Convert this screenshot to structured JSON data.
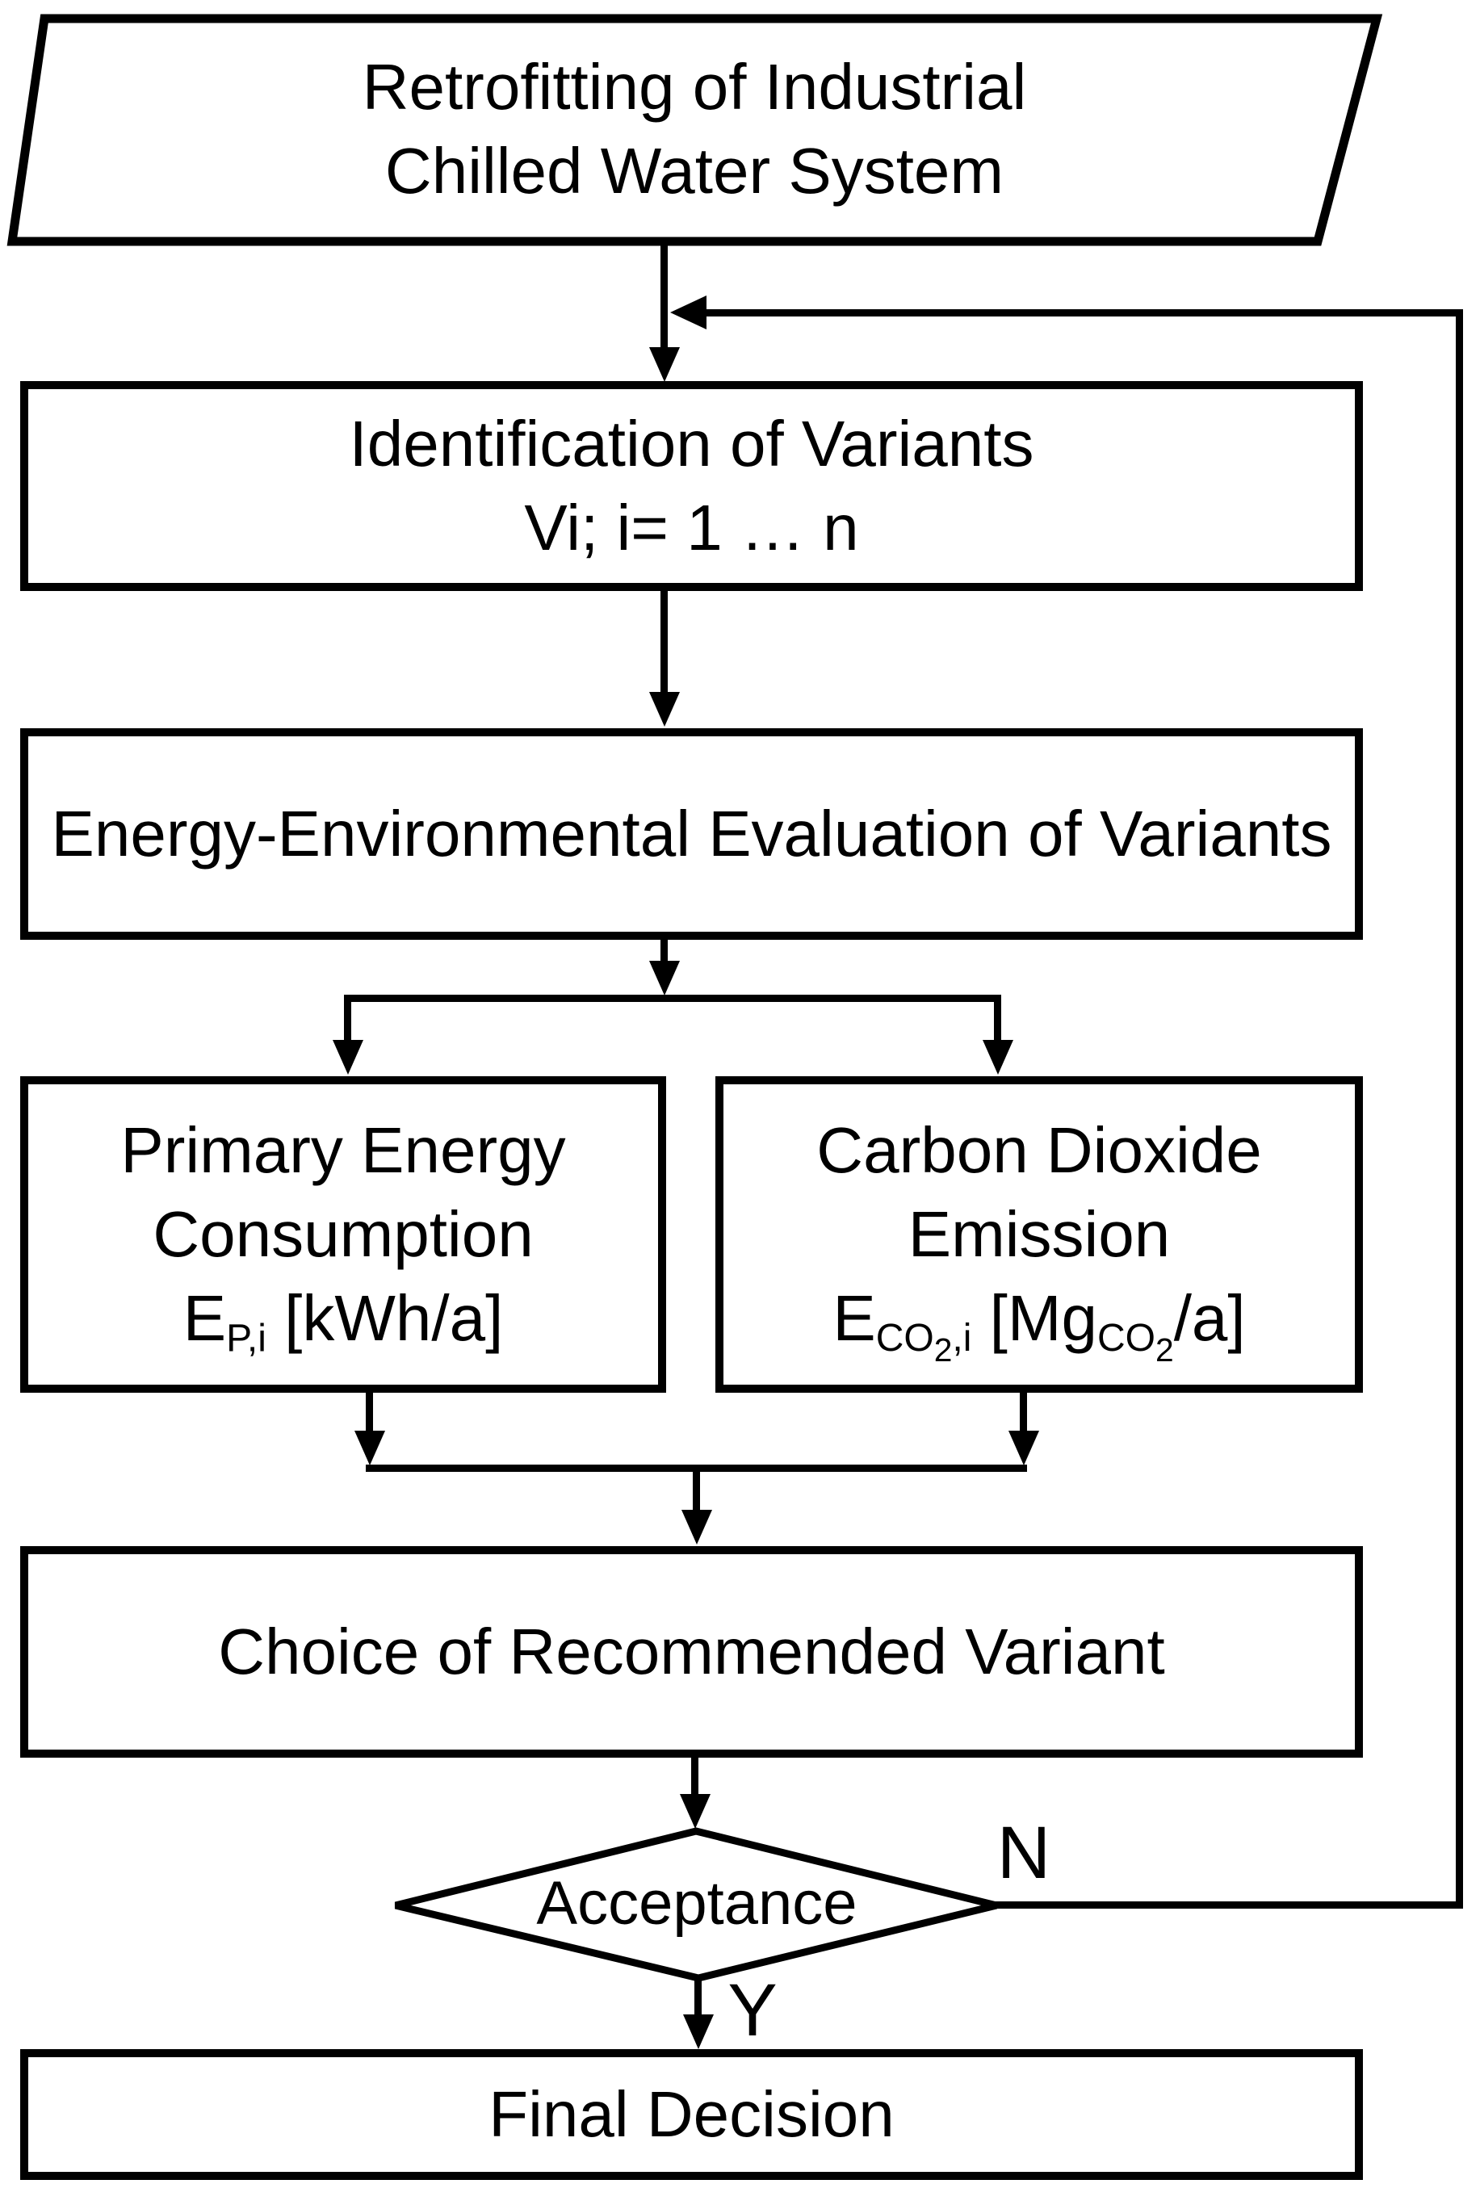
{
  "diagram": {
    "title": "Retrofitting decision flowchart",
    "colors": {
      "stroke": "#000000",
      "background": "#ffffff"
    },
    "nodes": {
      "start": {
        "type": "parallelogram",
        "line1": "Retrofitting of Industrial",
        "line2": "Chilled Water System"
      },
      "identify": {
        "type": "process",
        "line1": "Identification of Variants",
        "line2": "Vi; i= 1 … n"
      },
      "evaluate": {
        "type": "process",
        "label": "Energy-Environmental Evaluation of Variants"
      },
      "primary": {
        "type": "process",
        "line1": "Primary Energy",
        "line2": "Consumption",
        "formula": {
          "base": "E",
          "sub": "P,i",
          "rest": " [kWh/a]"
        }
      },
      "carbon": {
        "type": "process",
        "line1": "Carbon Dioxide",
        "line2": "Emission",
        "formula": {
          "base": "E",
          "sub_a": "CO",
          "sub_b": "2",
          "sub_c": ",i",
          "mid": " [Mg",
          "msub_a": "CO",
          "msub_b": "2",
          "rest": "/a]"
        }
      },
      "choice": {
        "type": "process",
        "label": "Choice of Recommended Variant"
      },
      "acceptance": {
        "type": "decision",
        "label": "Acceptance"
      },
      "final": {
        "type": "process",
        "label": "Final Decision"
      }
    },
    "edges": {
      "no_label": "N",
      "yes_label": "Y"
    }
  }
}
